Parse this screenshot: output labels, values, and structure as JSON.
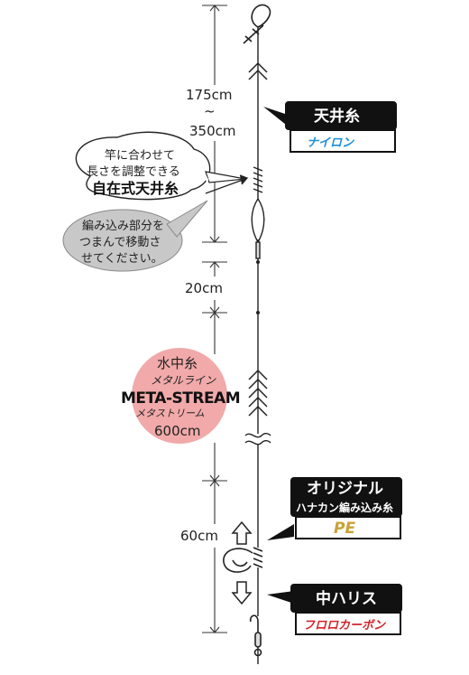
{
  "colors": {
    "line": "#222222",
    "label_bg": "#111111",
    "nylon_text": "#1d8fd6",
    "pe_text": "#c9a233",
    "fluoro_text": "#d2262b",
    "gray_bubble": "#c8c8c8",
    "meta_circle": "#ef9a9a"
  },
  "measurements": {
    "top_length_min": "175cm",
    "tilde": "~",
    "top_length_max": "350cm",
    "spacer_length": "20cm",
    "water_line_length": "600cm",
    "bottom_length": "60cm"
  },
  "callouts": {
    "adjust": {
      "line1": "竿に合わせて",
      "line2": "長さを調整できる",
      "line3": "自在式天井糸"
    },
    "move": {
      "line1": "編み込み部分を",
      "line2": "つまんで移動さ",
      "line3": "せてください。"
    }
  },
  "water_line": {
    "title": "水中糸",
    "subtitle": "メタルライン",
    "name": "META-STREAM",
    "kana": "メタストリーム"
  },
  "labels": {
    "tenjou": {
      "title": "天井糸",
      "sub": "ナイロン"
    },
    "original": {
      "title": "オリジナル",
      "line2": "ハナカン編み込み糸",
      "sub": "PE"
    },
    "nakahari": {
      "title": "中ハリス",
      "sub": "フロロカーボン"
    }
  },
  "icons": [
    "loop-icon",
    "knot-icon",
    "chevron-icon",
    "swivel-icon",
    "nose-ring-icon",
    "hook-icon",
    "arrow-up-icon",
    "arrow-down-icon"
  ]
}
